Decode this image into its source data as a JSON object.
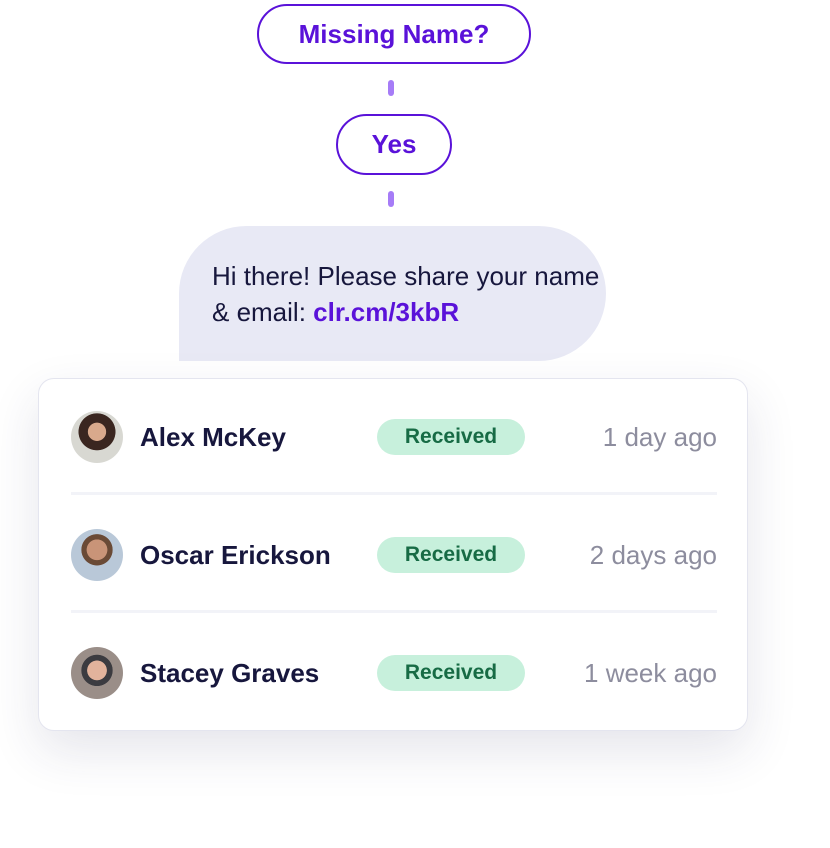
{
  "flow": {
    "condition": "Missing Name?",
    "answer": "Yes"
  },
  "message": {
    "text": "Hi there! Please share your name & email: ",
    "link": "clr.cm/3kbR"
  },
  "contacts": [
    {
      "name": "Alex McKey",
      "status": "Received",
      "time": "1 day ago"
    },
    {
      "name": "Oscar Erickson",
      "status": "Received",
      "time": "2 days ago"
    },
    {
      "name": "Stacey Graves",
      "status": "Received",
      "time": "1 week ago"
    }
  ]
}
